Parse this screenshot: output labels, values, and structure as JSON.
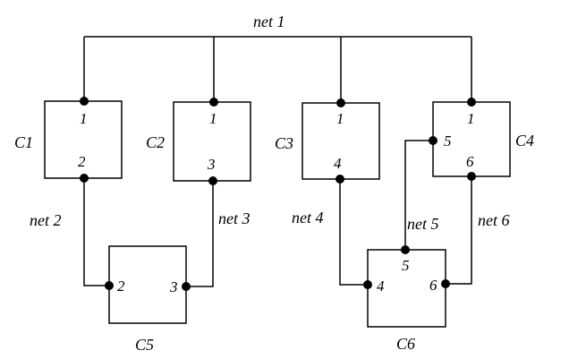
{
  "colors": {
    "ink": "#000000",
    "background": "#ffffff"
  },
  "nets": {
    "net1": "net 1",
    "net2": "net 2",
    "net3": "net 3",
    "net4": "net 4",
    "net5": "net 5",
    "net6": "net 6"
  },
  "components": {
    "c1": {
      "name": "C1",
      "pins": [
        "1",
        "2"
      ]
    },
    "c2": {
      "name": "C2",
      "pins": [
        "1",
        "3"
      ]
    },
    "c3": {
      "name": "C3",
      "pins": [
        "1",
        "4"
      ]
    },
    "c4": {
      "name": "C4",
      "pins": [
        "1",
        "5",
        "6"
      ]
    },
    "c5": {
      "name": "C5",
      "pins": [
        "2",
        "3"
      ]
    },
    "c6": {
      "name": "C6",
      "pins": [
        "5",
        "4",
        "6"
      ]
    }
  }
}
